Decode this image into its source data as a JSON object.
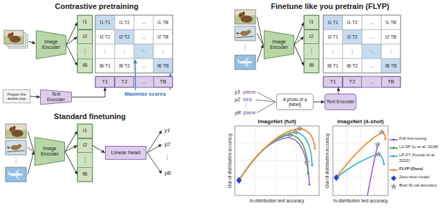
{
  "diagram": {
    "nodes": [
      {
        "text": [
          "Image Encoder"
        ]
      },
      {
        "text": [
          "I1"
        ]
      },
      {
        "text": [
          "I2"
        ]
      },
      {
        "text": [
          "IB"
        ]
      },
      {
        "text": [
          "T1"
        ]
      },
      {
        "text": [
          "T2"
        ]
      },
      {
        "text": [
          "TB"
        ]
      },
      {
        "text": [
          "Pepper the aussie pup"
        ]
      },
      {
        "text": [
          "Text Encoder"
        ]
      },
      {
        "text": [
          "Image Encoder"
        ]
      },
      {
        "text": [
          "I1"
        ]
      },
      {
        "text": [
          "I2"
        ]
      },
      {
        "text": [
          "IB"
        ]
      },
      {
        "text": [
          "T1"
        ]
      },
      {
        "text": [
          "T2"
        ]
      },
      {
        "text": [
          "TB"
        ]
      },
      {
        "text": [
          "A photo of a {label}"
        ]
      },
      {
        "text": [
          "Text Encoder"
        ]
      },
      {
        "text": [
          "Image Encoder"
        ]
      },
      {
        "text": [
          "I1"
        ]
      },
      {
        "text": [
          "I2"
        ]
      },
      {
        "text": [
          "IB"
        ]
      },
      {
        "text": [
          "Linear head"
        ]
      }
    ],
    "edges": [
      {
        "from": 0,
        "to": 1,
        "arrow": "to"
      },
      {
        "from": 0,
        "to": 2,
        "arrow": "to"
      },
      {
        "from": 0,
        "to": 3,
        "arrow": "to"
      },
      {
        "from": 7,
        "to": 8,
        "arrow": "to"
      },
      {
        "from": 8,
        "to": 4,
        "arrow": "to"
      },
      {
        "from": 9,
        "to": 10,
        "arrow": "to"
      },
      {
        "from": 9,
        "to": 11,
        "arrow": "to"
      },
      {
        "from": 9,
        "to": 12,
        "arrow": "to"
      },
      {
        "from": 16,
        "to": 17,
        "arrow": "to"
      },
      {
        "from": 17,
        "to": 13,
        "arrow": "to"
      },
      {
        "from": 18,
        "to": 19,
        "arrow": "to"
      },
      {
        "from": 18,
        "to": 20,
        "arrow": "to"
      },
      {
        "from": 18,
        "to": 21,
        "arrow": "to"
      },
      {
        "from": 20,
        "to": 22,
        "arrow": "to"
      }
    ],
    "labels": [
      "Contrastive pretraining",
      "Finetune like you pretrain (FLYP)",
      "Standard finetuning",
      "⋮",
      "I1·T1",
      "I1·T2",
      "...",
      "I1·TB",
      "I2·T1",
      "I2·T2",
      "...",
      "I2·TB",
      "⋮",
      "⋮",
      "⋱",
      "⋮",
      "IB·T1",
      "IB·T2",
      "...",
      "IB·TB",
      "...",
      "Maximize scores",
      "⋮",
      "⋮",
      "I1·T1",
      "I1·T2",
      "...",
      "I1·TB",
      "I2·T1",
      "I2·T2",
      "...",
      "I2·TB",
      "⋮",
      "⋮",
      "⋱",
      "⋮",
      "IB·T1",
      "IB·T2",
      "...",
      "IB·TB",
      "...",
      "y1",
      "plane",
      "y2",
      "bird",
      "⋮",
      "yB",
      "plane",
      "⋮",
      "⋮",
      "ŷ1",
      "ŷ2",
      "⋮",
      "ŷB",
      "ImageNet (full)",
      "ImageNet (4-shot)",
      "Out-of-distribution accuracy",
      "In-distribution test accuracy",
      "Out-of-distribution accuracy",
      "In-distribution test accuracy"
    ],
    "legend": [
      {
        "text": "Full fine-tuning",
        "color": "#9b59d0"
      },
      {
        "text": "L2-SP (Li et al. 2018)",
        "color": "#3f9b3f"
      },
      {
        "text": "LP-FT (Kumar et al. 2022)",
        "color": "#22b3c8"
      },
      {
        "text": "FLYP (Ours)",
        "color": "#f0892a"
      },
      {
        "text": "Zero-shot model",
        "color": "#2b3fd6"
      },
      {
        "text": "Best ID val accuracy",
        "color": "#a9a9a9"
      }
    ]
  }
}
